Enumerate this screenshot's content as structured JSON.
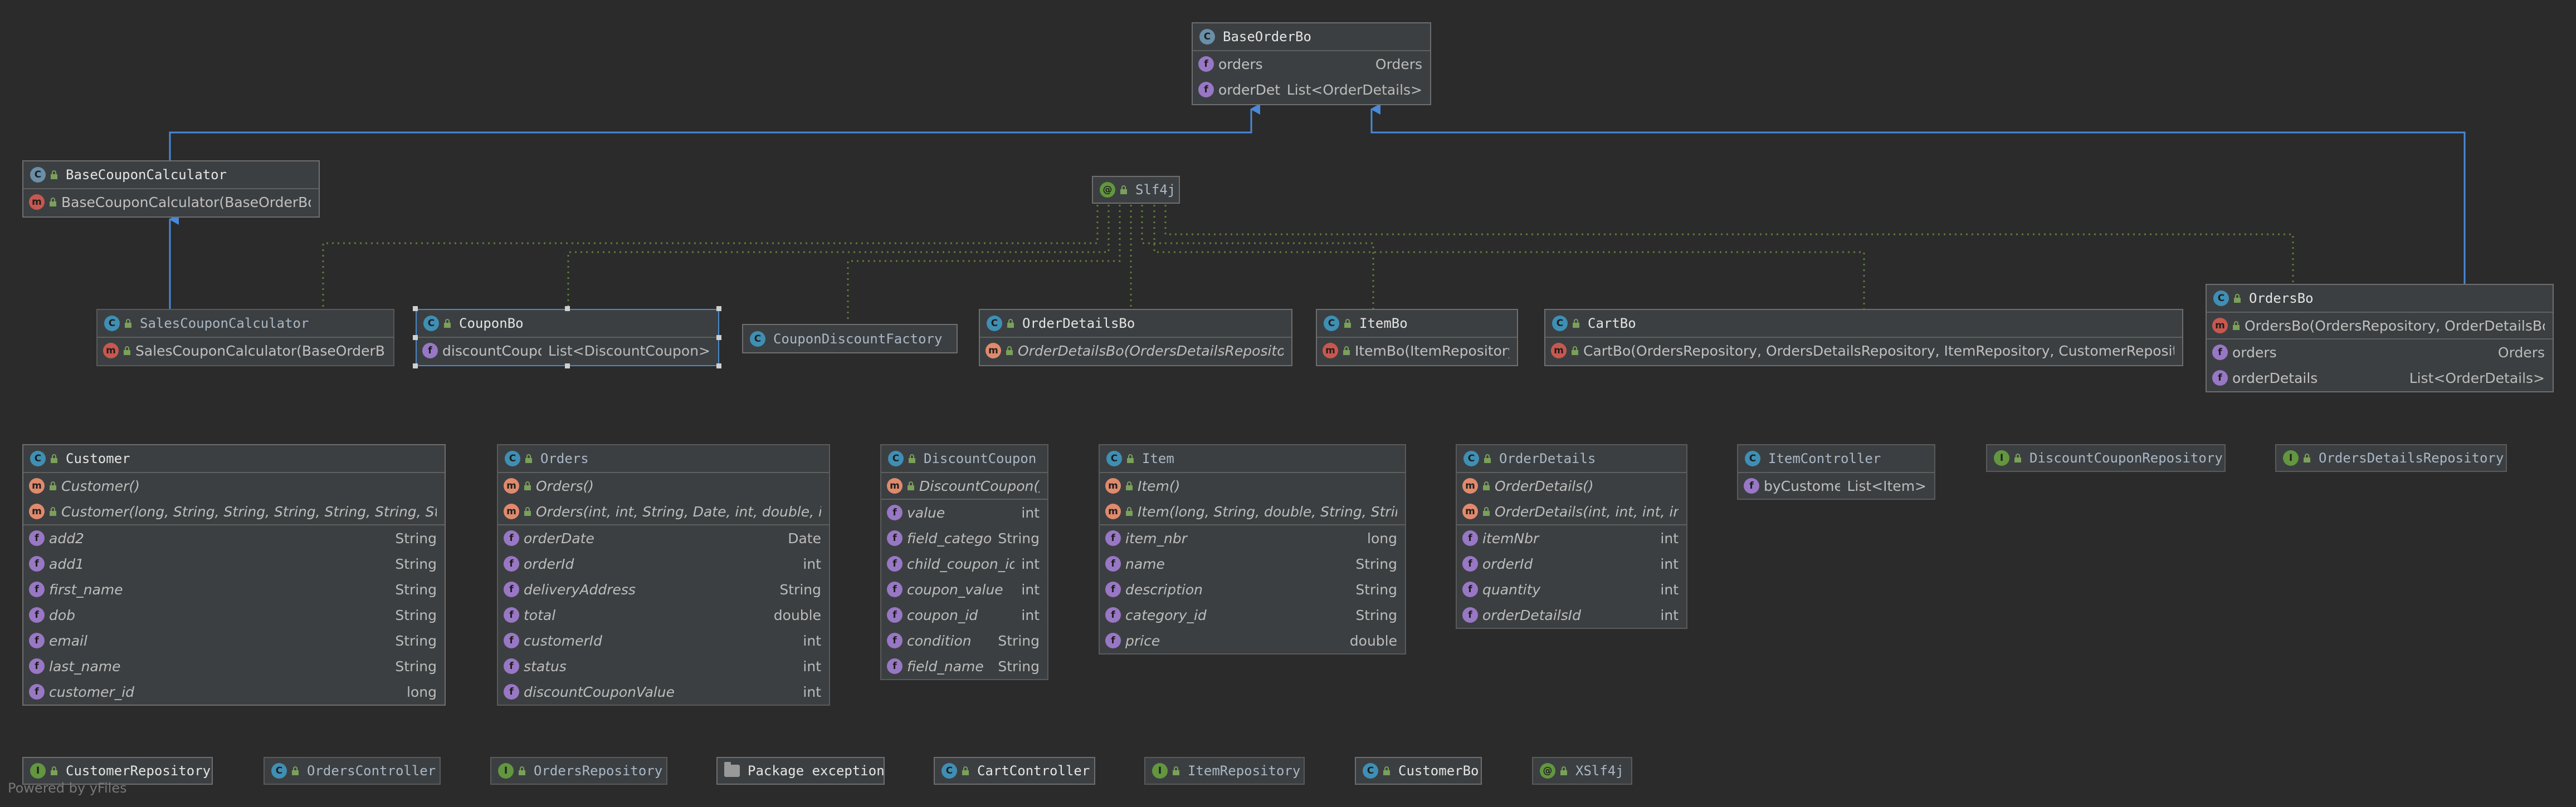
{
  "diagram": {
    "footer": "Powered by yFiles",
    "nodes": {
      "base_order_bo": {
        "title": "BaseOrderBo",
        "icon": "abstract-class-icon",
        "rows": [
          {
            "icon": "field-icon",
            "label": "orders",
            "type": "Orders"
          },
          {
            "icon": "field-icon",
            "label": "orderDetails",
            "type": "List<OrderDetails>"
          }
        ]
      },
      "base_coupon_calculator": {
        "title": "BaseCouponCalculator",
        "icon": "abstract-class-icon",
        "rows": [
          {
            "icon": "method-icon",
            "label": "BaseCouponCalculator(BaseOrderBo)",
            "type": ""
          }
        ]
      },
      "slf4j": {
        "title": "Slf4j",
        "icon": "annotation-icon"
      },
      "sales_coupon_calculator": {
        "title": "SalesCouponCalculator",
        "icon": "class-icon",
        "rows": [
          {
            "icon": "method-icon",
            "label": "SalesCouponCalculator(BaseOrderBo)",
            "type": ""
          }
        ]
      },
      "coupon_bo": {
        "title": "CouponBo",
        "icon": "class-icon",
        "rows": [
          {
            "icon": "field-icon",
            "label": "discountCoupons",
            "type": "List<DiscountCoupon>"
          }
        ]
      },
      "coupon_discount_factory": {
        "title": "CouponDiscountFactory",
        "icon": "class-icon"
      },
      "order_details_bo": {
        "title": "OrderDetailsBo",
        "icon": "class-icon",
        "rows": [
          {
            "icon": "constructor-icon",
            "label": "OrderDetailsBo(OrdersDetailsRepository)",
            "type": ""
          }
        ]
      },
      "item_bo": {
        "title": "ItemBo",
        "icon": "class-icon",
        "rows": [
          {
            "icon": "method-icon",
            "label": "ItemBo(ItemRepository)",
            "type": ""
          }
        ]
      },
      "cart_bo": {
        "title": "CartBo",
        "icon": "class-icon",
        "rows": [
          {
            "icon": "method-icon",
            "label": "CartBo(OrdersRepository, OrdersDetailsRepository, ItemRepository, CustomerRepository)",
            "type": ""
          }
        ]
      },
      "orders_bo": {
        "title": "OrdersBo",
        "icon": "class-icon",
        "rows": [
          {
            "icon": "method-icon",
            "label": "OrdersBo(OrdersRepository, OrderDetailsBo)",
            "type": ""
          },
          {
            "icon": "field-icon",
            "label": "orders",
            "type": "Orders"
          },
          {
            "icon": "field-icon",
            "label": "orderDetails",
            "type": "List<OrderDetails>"
          }
        ]
      },
      "customer": {
        "title": "Customer",
        "icon": "class-icon",
        "methods": [
          {
            "icon": "constructor-icon",
            "label": "Customer()",
            "type": ""
          },
          {
            "icon": "constructor-icon",
            "label": "Customer(long, String, String, String, String, String, String)",
            "type": ""
          }
        ],
        "fields": [
          {
            "icon": "field-icon",
            "label": "add2",
            "type": "String"
          },
          {
            "icon": "field-icon",
            "label": "add1",
            "type": "String"
          },
          {
            "icon": "field-icon",
            "label": "first_name",
            "type": "String"
          },
          {
            "icon": "field-icon",
            "label": "dob",
            "type": "String"
          },
          {
            "icon": "field-icon",
            "label": "email",
            "type": "String"
          },
          {
            "icon": "field-icon",
            "label": "last_name",
            "type": "String"
          },
          {
            "icon": "field-icon",
            "label": "customer_id",
            "type": "long"
          }
        ]
      },
      "orders": {
        "title": "Orders",
        "icon": "class-icon",
        "methods": [
          {
            "icon": "constructor-icon",
            "label": "Orders()",
            "type": ""
          },
          {
            "icon": "constructor-icon",
            "label": "Orders(int, int, String, Date, int, double, int)",
            "type": ""
          }
        ],
        "fields": [
          {
            "icon": "field-icon",
            "label": "orderDate",
            "type": "Date"
          },
          {
            "icon": "field-icon",
            "label": "orderId",
            "type": "int"
          },
          {
            "icon": "field-icon",
            "label": "deliveryAddress",
            "type": "String"
          },
          {
            "icon": "field-icon",
            "label": "total",
            "type": "double"
          },
          {
            "icon": "field-icon",
            "label": "customerId",
            "type": "int"
          },
          {
            "icon": "field-icon",
            "label": "status",
            "type": "int"
          },
          {
            "icon": "field-icon",
            "label": "discountCouponValue",
            "type": "int"
          }
        ]
      },
      "discount_coupon": {
        "title": "DiscountCoupon",
        "icon": "class-icon",
        "methods": [
          {
            "icon": "constructor-icon",
            "label": "DiscountCoupon()",
            "type": ""
          }
        ],
        "fields": [
          {
            "icon": "field-icon",
            "label": "value",
            "type": "int"
          },
          {
            "icon": "field-icon",
            "label": "field_category",
            "type": "String"
          },
          {
            "icon": "field-icon",
            "label": "child_coupon_id",
            "type": "int"
          },
          {
            "icon": "field-icon",
            "label": "coupon_value",
            "type": "int"
          },
          {
            "icon": "field-icon",
            "label": "coupon_id",
            "type": "int"
          },
          {
            "icon": "field-icon",
            "label": "condition",
            "type": "String"
          },
          {
            "icon": "field-icon",
            "label": "field_name",
            "type": "String"
          }
        ]
      },
      "item": {
        "title": "Item",
        "icon": "class-icon",
        "methods": [
          {
            "icon": "constructor-icon",
            "label": "Item()",
            "type": ""
          },
          {
            "icon": "constructor-icon",
            "label": "Item(long, String, double, String, String)",
            "type": ""
          }
        ],
        "fields": [
          {
            "icon": "field-icon",
            "label": "item_nbr",
            "type": "long"
          },
          {
            "icon": "field-icon",
            "label": "name",
            "type": "String"
          },
          {
            "icon": "field-icon",
            "label": "description",
            "type": "String"
          },
          {
            "icon": "field-icon",
            "label": "category_id",
            "type": "String"
          },
          {
            "icon": "field-icon",
            "label": "price",
            "type": "double"
          }
        ]
      },
      "order_details": {
        "title": "OrderDetails",
        "icon": "class-icon",
        "methods": [
          {
            "icon": "constructor-icon",
            "label": "OrderDetails()",
            "type": ""
          },
          {
            "icon": "constructor-icon",
            "label": "OrderDetails(int, int, int, int)",
            "type": ""
          }
        ],
        "fields": [
          {
            "icon": "field-icon",
            "label": "itemNbr",
            "type": "int"
          },
          {
            "icon": "field-icon",
            "label": "orderId",
            "type": "int"
          },
          {
            "icon": "field-icon",
            "label": "quantity",
            "type": "int"
          },
          {
            "icon": "field-icon",
            "label": "orderDetailsId",
            "type": "int"
          }
        ]
      },
      "item_controller": {
        "title": "ItemController",
        "icon": "class-icon",
        "rows": [
          {
            "icon": "field-icon",
            "label": "byCustomerId",
            "type": "List<Item>"
          }
        ]
      },
      "discount_coupon_repository": {
        "title": "DiscountCouponRepository",
        "icon": "interface-icon"
      },
      "orders_details_repository": {
        "title": "OrdersDetailsRepository",
        "icon": "interface-icon"
      },
      "customer_repository": {
        "title": "CustomerRepository",
        "icon": "interface-icon"
      },
      "orders_controller": {
        "title": "OrdersController",
        "icon": "class-icon"
      },
      "orders_repository": {
        "title": "OrdersRepository",
        "icon": "interface-icon"
      },
      "package_exception": {
        "title": "Package exception",
        "icon": "package-icon"
      },
      "cart_controller": {
        "title": "CartController",
        "icon": "class-icon"
      },
      "item_repository": {
        "title": "ItemRepository",
        "icon": "interface-icon"
      },
      "customer_bo": {
        "title": "CustomerBo",
        "icon": "class-icon"
      },
      "xslf4j": {
        "title": "XSlf4j",
        "icon": "annotation-icon"
      }
    }
  }
}
